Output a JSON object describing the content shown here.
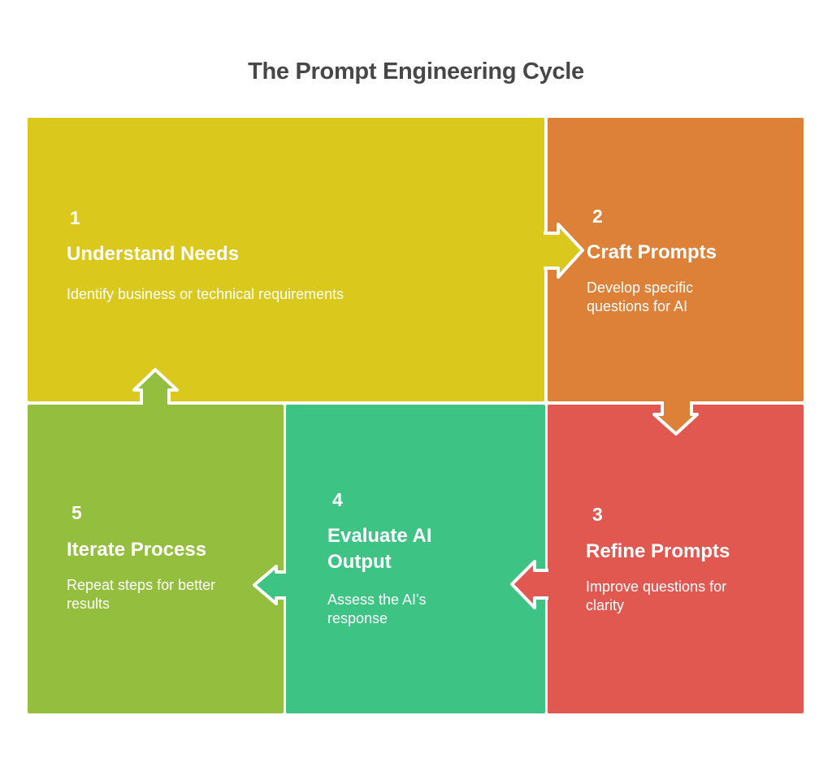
{
  "title": "The Prompt Engineering Cycle",
  "colors": {
    "background": "#ffffff",
    "title_text": "#474747",
    "step_text": "#ffffff",
    "yellow": "#DBC81C",
    "orange": "#DC8137",
    "red": "#E15851",
    "teal": "#3DC383",
    "olive": "#94BE3D"
  },
  "steps": [
    {
      "number": "1",
      "heading": "Understand Needs",
      "description": "Identify business or technical requirements"
    },
    {
      "number": "2",
      "heading": "Craft Prompts",
      "description": "Develop specific questions for AI"
    },
    {
      "number": "3",
      "heading": "Refine Prompts",
      "description": "Improve questions for clarity"
    },
    {
      "number": "4",
      "heading": "Evaluate AI Output",
      "description": "Assess the AI's response"
    },
    {
      "number": "5",
      "heading": "Iterate Process",
      "description": "Repeat steps for better results"
    }
  ],
  "arrows": [
    {
      "name": "arrow-1-to-2",
      "direction": "right"
    },
    {
      "name": "arrow-2-to-3",
      "direction": "down"
    },
    {
      "name": "arrow-3-to-4",
      "direction": "left"
    },
    {
      "name": "arrow-4-to-5",
      "direction": "left"
    },
    {
      "name": "arrow-5-to-1",
      "direction": "up"
    }
  ]
}
